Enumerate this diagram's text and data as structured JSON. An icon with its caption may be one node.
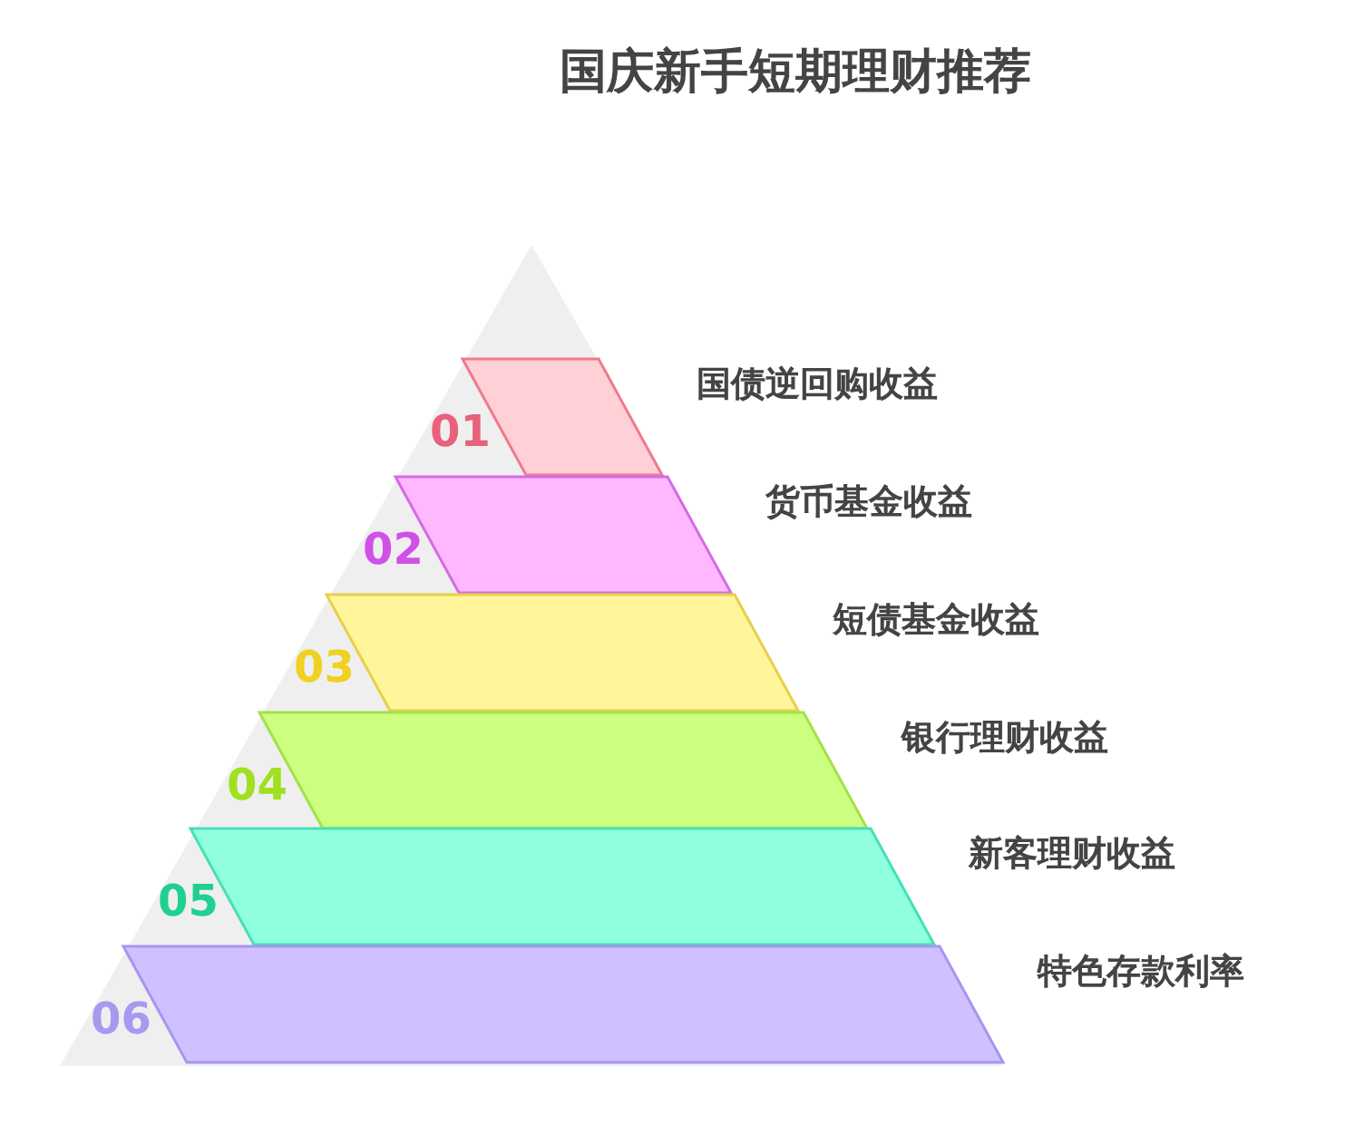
{
  "diagram": {
    "title": "国庆新手短期理财推荐",
    "nodes": [
      {
        "text": [
          "01"
        ],
        "beside": [
          "国债逆回购收益"
        ]
      },
      {
        "text": [
          "02"
        ],
        "beside": [
          "货币基金收益"
        ]
      },
      {
        "text": [
          "03"
        ],
        "beside": [
          "短债基金收益"
        ]
      },
      {
        "text": [
          "04"
        ],
        "beside": [
          "银行理财收益"
        ]
      },
      {
        "text": [
          "05"
        ],
        "beside": [
          "新客理财收益"
        ]
      },
      {
        "text": [
          "06"
        ],
        "beside": [
          "特色存款利率"
        ]
      }
    ],
    "edges": []
  }
}
